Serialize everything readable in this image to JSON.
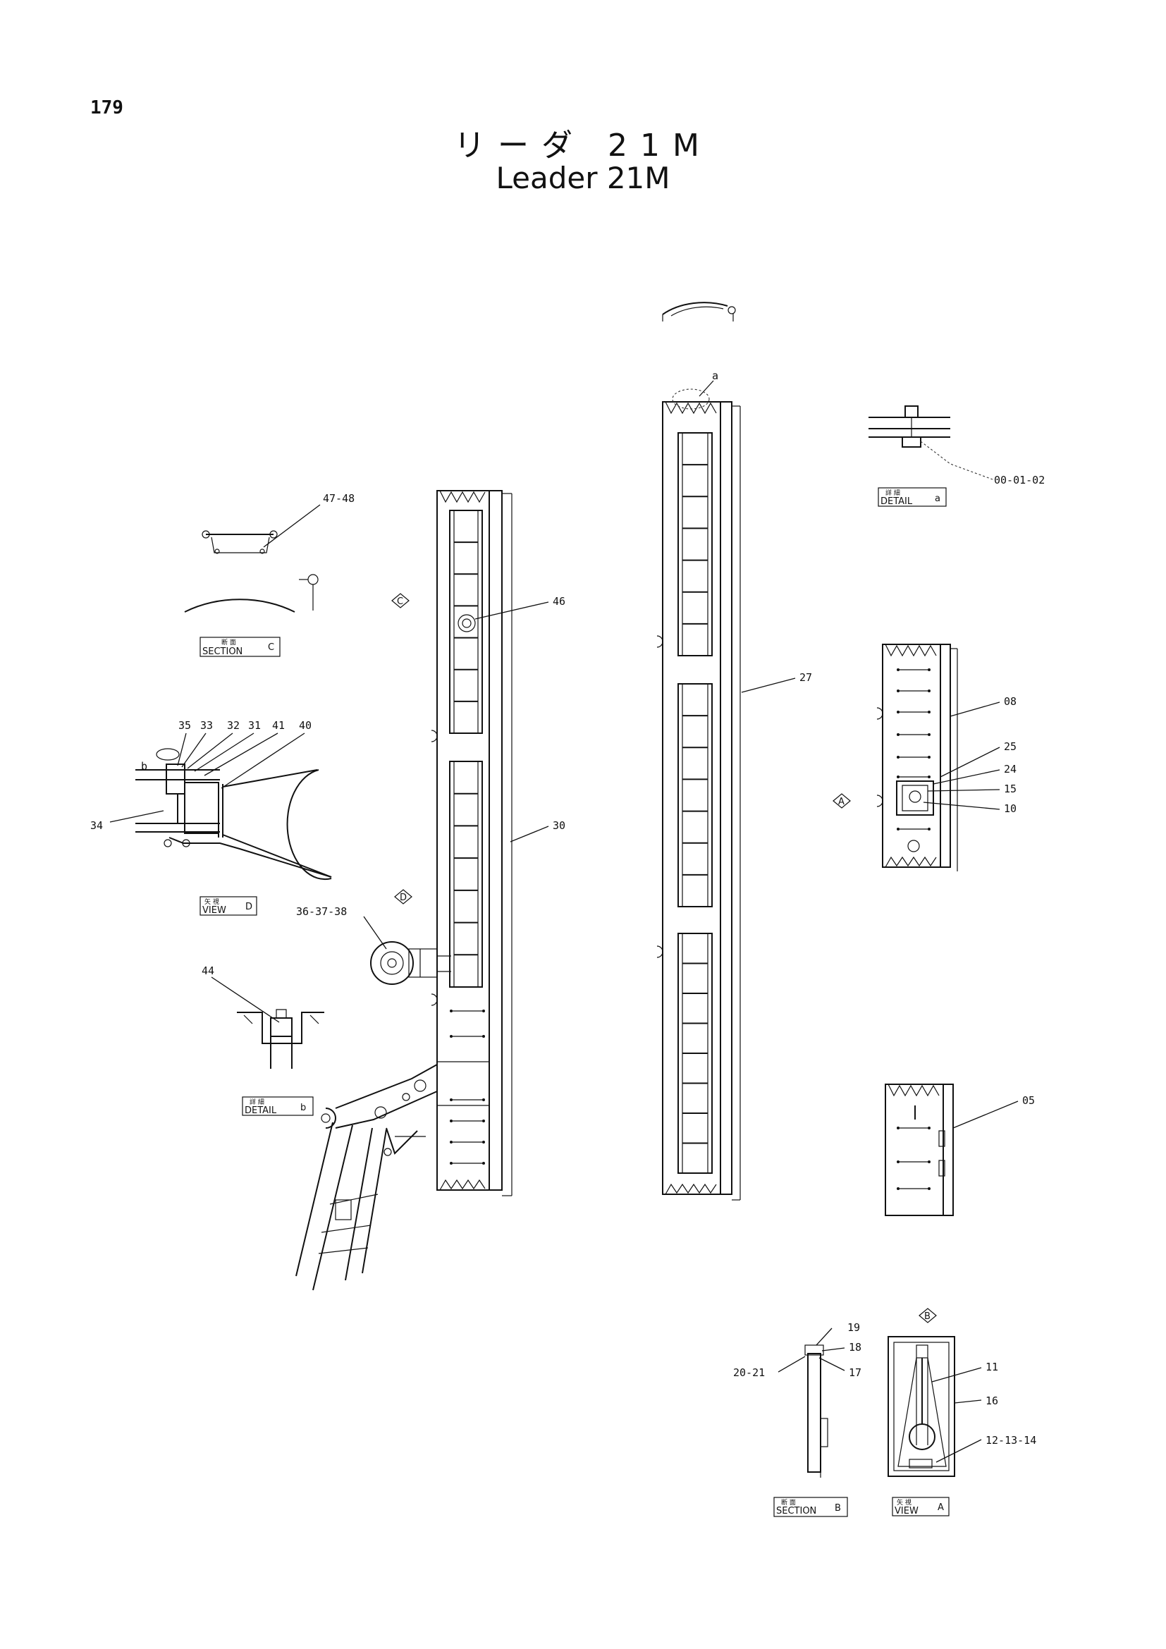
{
  "page_number": "179",
  "title": {
    "japanese": "リーダ 21M",
    "english": "Leader 21M"
  },
  "view_markers": [
    "C",
    "D",
    "A",
    "B"
  ],
  "detail_boxes": {
    "section_c": {
      "jp": "断 面",
      "label": "SECTION",
      "letter": "C"
    },
    "view_d": {
      "jp": "矢 視",
      "label": "VIEW",
      "letter": "D"
    },
    "detail_b": {
      "jp": "詳 細",
      "label": "DETAIL",
      "letter": "b"
    },
    "detail_a": {
      "jp": "詳 細",
      "label": "DETAIL",
      "letter": "a"
    },
    "section_b": {
      "jp": "断 面",
      "label": "SECTION",
      "letter": "B"
    },
    "view_a": {
      "jp": "矢 視",
      "label": "VIEW",
      "letter": "A"
    }
  },
  "part_labels": {
    "p47_48": "47-48",
    "p46": "46",
    "p35": "35",
    "p33": "33",
    "p32": "32",
    "p31": "31",
    "p41": "41",
    "p40": "40",
    "p34": "34",
    "pb": "b",
    "p30": "30",
    "p36_37_38": "36-37-38",
    "p44": "44",
    "p27": "27",
    "pa": "a",
    "p00_01_02": "00-01-02",
    "p08": "08",
    "p25": "25",
    "p24": "24",
    "p15": "15",
    "p10": "10",
    "p05": "05",
    "p19": "19",
    "p18": "18",
    "p20_21": "20-21",
    "p17": "17",
    "p11": "11",
    "p16": "16",
    "p12_13_14": "12-13-14"
  }
}
